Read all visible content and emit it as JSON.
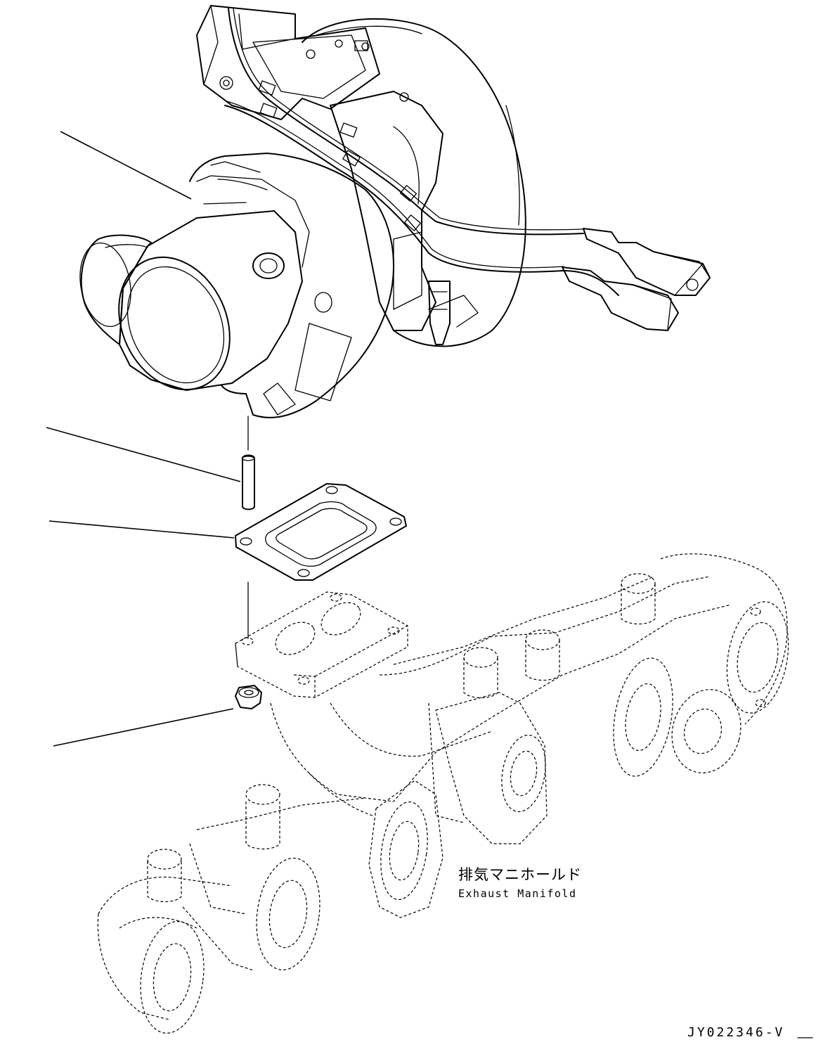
{
  "diagram": {
    "part_label": {
      "japanese": "排気マニホールド",
      "english": "Exhaust Manifold"
    },
    "drawing_id": "JY022346-V"
  }
}
